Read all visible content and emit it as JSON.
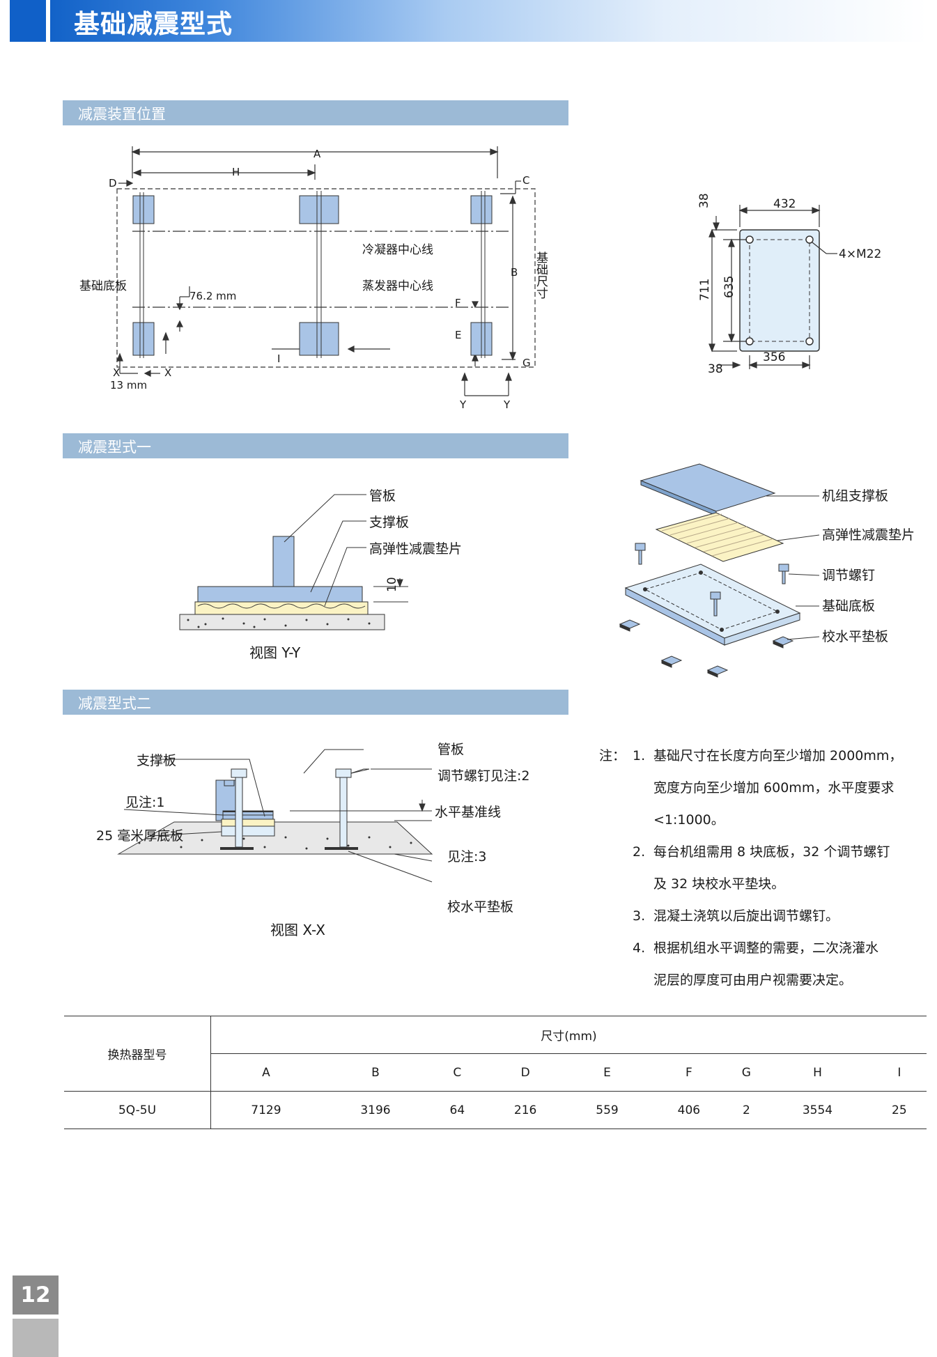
{
  "header": {
    "title": "基础减震型式"
  },
  "sections": {
    "position": "减震装置位置",
    "type1": "减震型式一",
    "type2": "减震型式二"
  },
  "layout_diagram": {
    "labels": {
      "A": "A",
      "H": "H",
      "C": "C",
      "D": "D",
      "B": "B",
      "F": "F",
      "E": "E",
      "G": "G",
      "I": "I",
      "X1": "X",
      "X2": "X",
      "Y1": "Y",
      "Y2": "Y",
      "dim_13": "13 mm",
      "dim_762": "76.2 mm",
      "base_plate": "基础底板",
      "condenser_line": "冷凝器中心线",
      "evaporator_line": "蒸发器中心线",
      "foundation_size": "基础尺寸"
    }
  },
  "plate_diagram": {
    "labels": {
      "d38_top": "38",
      "d432": "432",
      "d711": "711",
      "d635": "635",
      "d38_bottom": "38",
      "d356": "356",
      "bolts": "4×M22"
    }
  },
  "view_yy": {
    "labels": {
      "tube_sheet": "管板",
      "support_plate": "支撑板",
      "pad": "高弹性减震垫片",
      "d10": "10",
      "caption": "视图 Y-Y"
    }
  },
  "exploded": {
    "labels": {
      "unit_support": "机组支撑板",
      "pad": "高弹性减震垫片",
      "adj_bolt": "调节螺钉",
      "base_plate": "基础底板",
      "level_pad": "校水平垫板"
    }
  },
  "view_xx": {
    "labels": {
      "support_plate": "支撑板",
      "see_note1": "见注:1",
      "base_25": "25 毫米厚底板",
      "tube_sheet": "管板",
      "adj_bolt": "调节螺钉见注:2",
      "level_line": "水平基准线",
      "see_note3": "见注:3",
      "level_pad": "校水平垫板",
      "caption": "视图 X-X"
    }
  },
  "notes": {
    "prefix": "注：",
    "items": [
      {
        "num": "1.",
        "lines": [
          "基础尺寸在长度方向至少增加 2000mm，",
          "宽度方向至少增加 600mm，水平度要求",
          "<1:1000。"
        ]
      },
      {
        "num": "2.",
        "lines": [
          "每台机组需用 8 块底板，32 个调节螺钉",
          "及 32 块校水平垫块。"
        ]
      },
      {
        "num": "3.",
        "lines": [
          "混凝土浇筑以后旋出调节螺钉。"
        ]
      },
      {
        "num": "4.",
        "lines": [
          "根据机组水平调整的需要，二次浇灌水",
          "泥层的厚度可由用户视需要决定。"
        ]
      }
    ]
  },
  "table": {
    "model_header": "换热器型号",
    "size_header": "尺寸(mm)",
    "columns": [
      "A",
      "B",
      "C",
      "D",
      "E",
      "F",
      "G",
      "H",
      "I"
    ],
    "rows": [
      {
        "model": "5Q-5U",
        "values": [
          "7129",
          "3196",
          "64",
          "216",
          "559",
          "406",
          "2",
          "3554",
          "25"
        ]
      }
    ]
  },
  "page_number": "12",
  "colors": {
    "header_blue": "#1262c8",
    "section_bar": "#9cbad6",
    "part_blue": "#a9c4e6",
    "pad_yellow": "#fbf3c4"
  }
}
